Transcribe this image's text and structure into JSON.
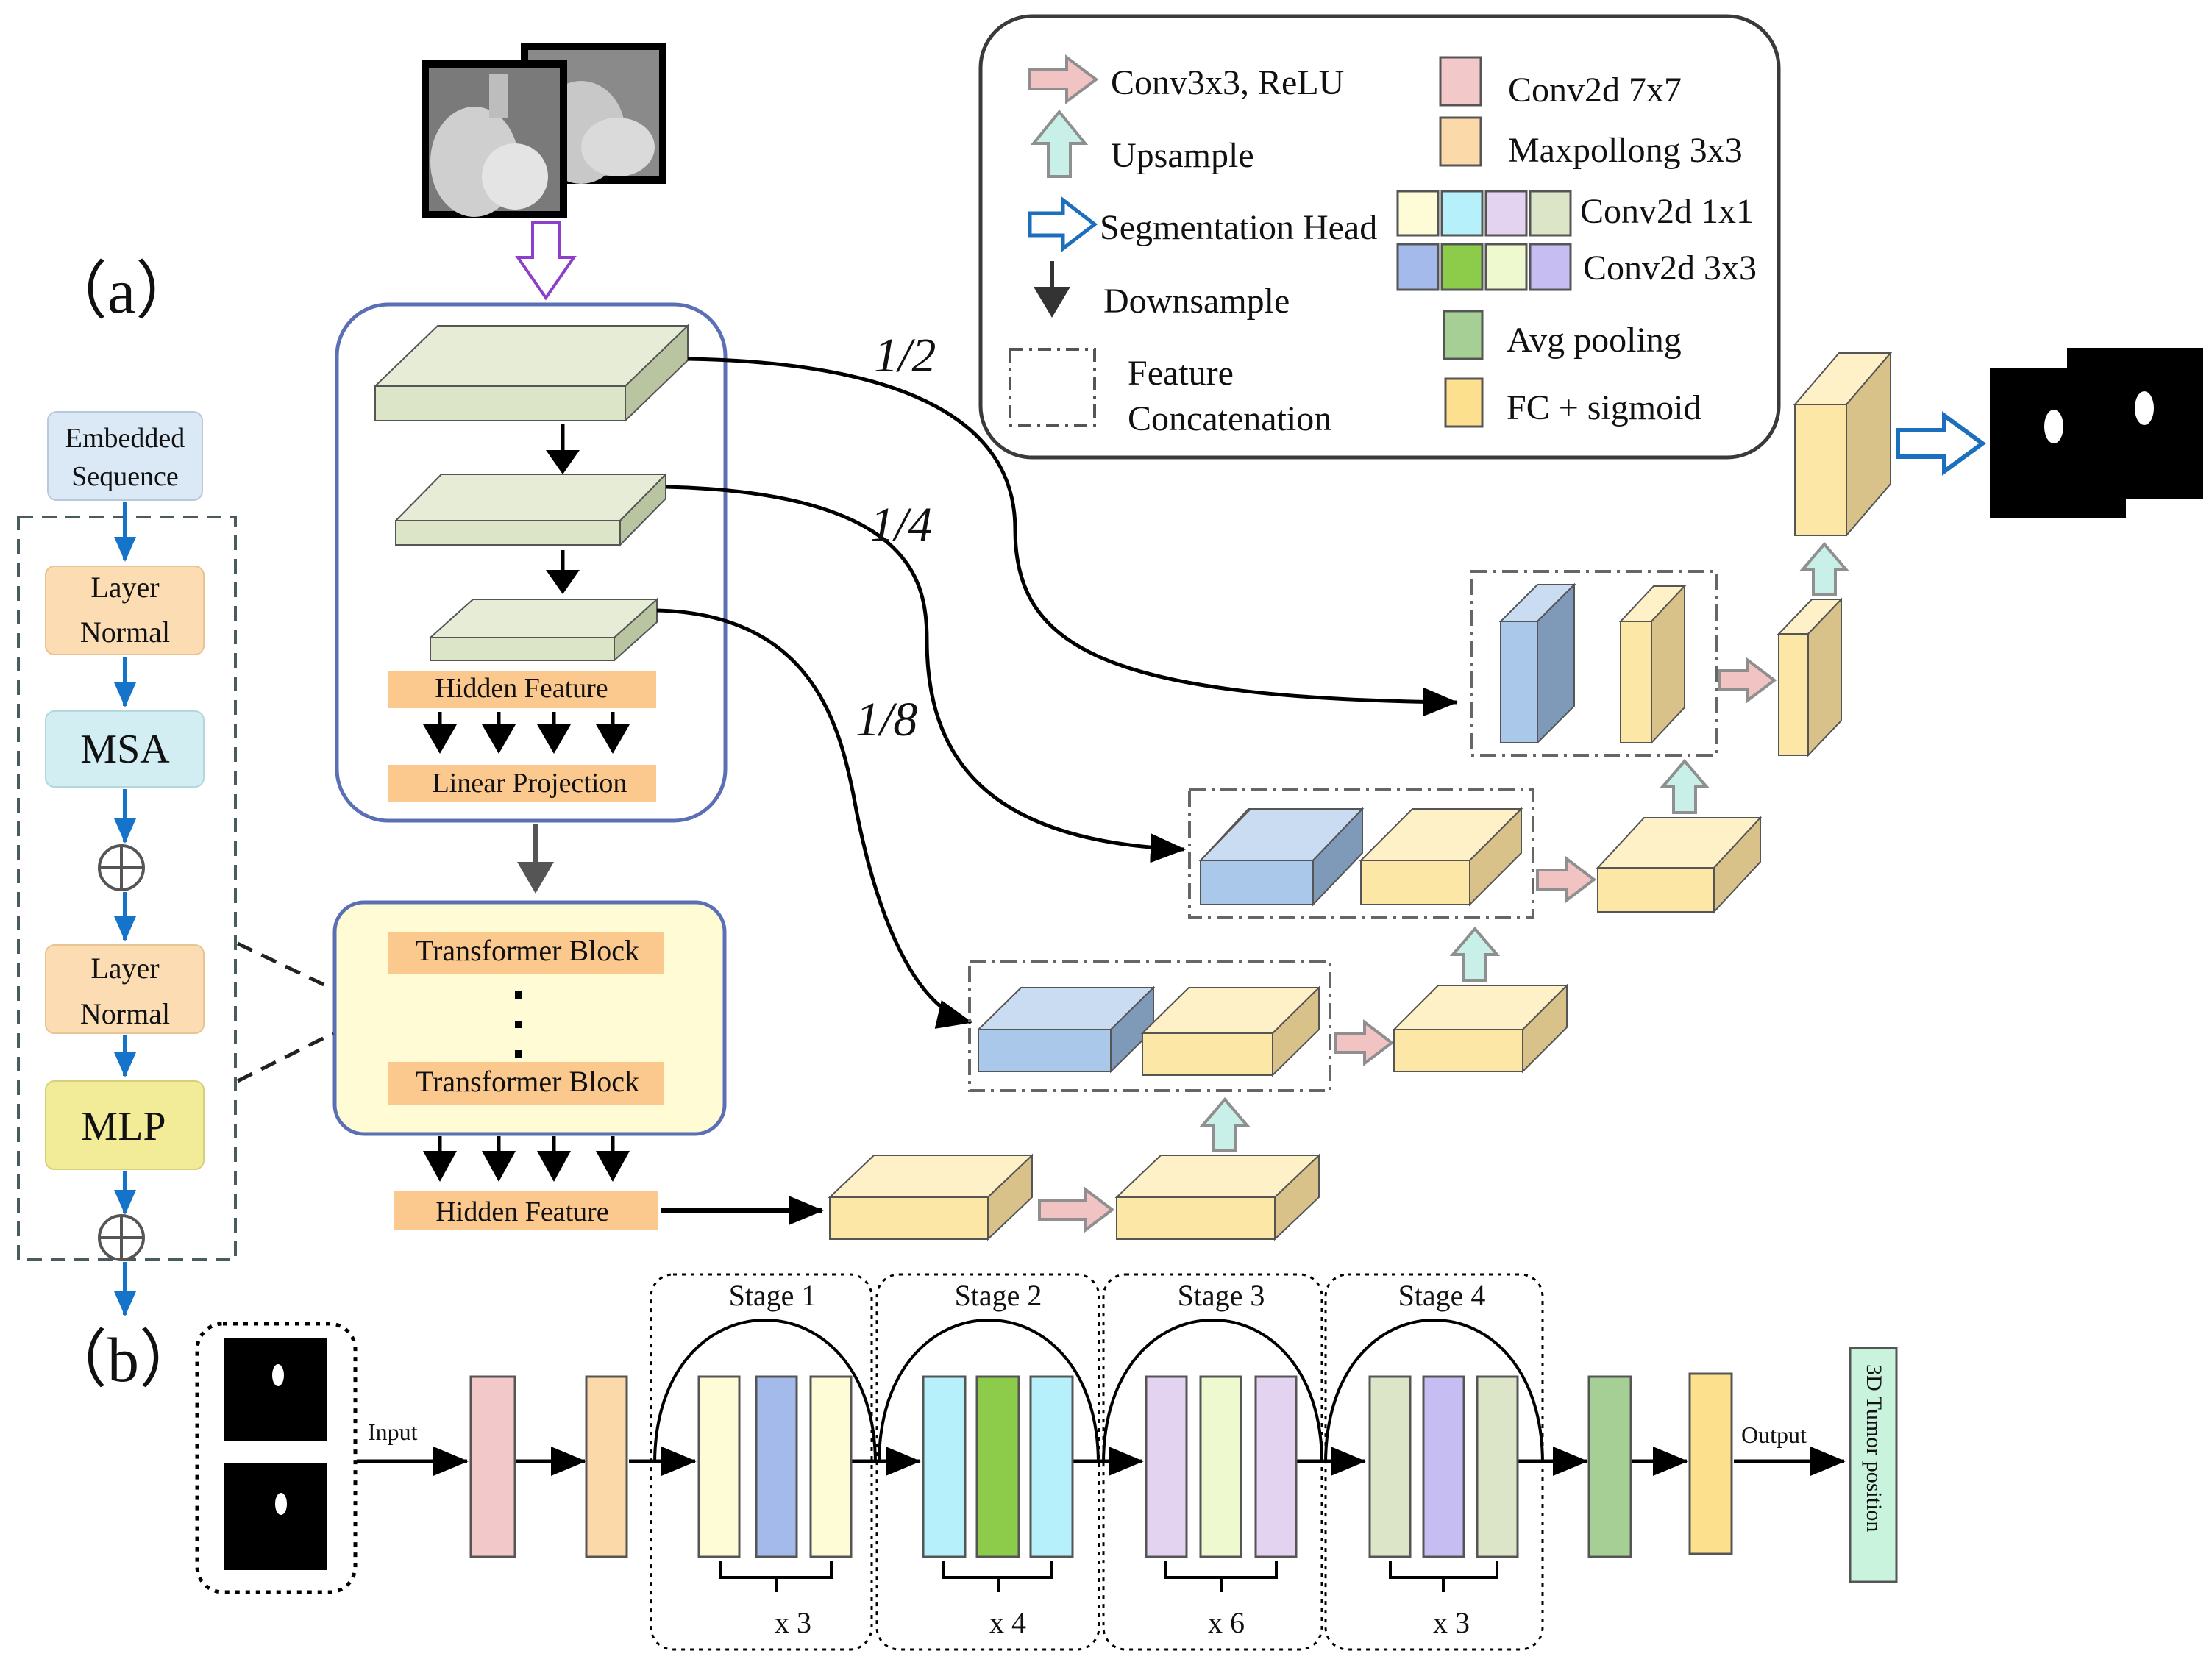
{
  "panels": {
    "a": "（a）",
    "b": "（b）"
  },
  "legend": {
    "conv_relu": "Conv3x3, ReLU",
    "upsample": "Upsample",
    "seg_head": "Segmentation Head",
    "downsample": "Downsample",
    "feature_concat_1": "Feature",
    "feature_concat_2": "Concatenation",
    "conv7": "Conv2d 7x7",
    "maxpool": "Maxpollong 3x3",
    "conv1": "Conv2d 1x1",
    "conv3": "Conv2d 3x3",
    "avgpool": "Avg  pooling",
    "fc": "FC + sigmoid"
  },
  "transformer_layer": {
    "embedded_1": "Embedded",
    "embedded_2": "Sequence",
    "ln1_1": "Layer",
    "ln1_2": "Normal",
    "msa": "MSA",
    "ln2_1": "Layer",
    "ln2_2": "Normal",
    "mlp": "MLP"
  },
  "encoder": {
    "hidden_feature": "Hidden  Feature",
    "linear_projection": "Linear  Projection",
    "transformer_block_1": "Transformer  Block",
    "transformer_block_2": "Transformer  Block",
    "hidden_feature_out": "Hidden  Feature"
  },
  "scales": {
    "s2": "1/2",
    "s4": "1/4",
    "s8": "1/8"
  },
  "panel_b": {
    "input": "Input",
    "output": "Output",
    "result": "3D Tumor position",
    "stages": [
      {
        "label": "Stage 1",
        "repeat": "x 3"
      },
      {
        "label": "Stage 2",
        "repeat": "x 4"
      },
      {
        "label": "Stage 3",
        "repeat": "x 6"
      },
      {
        "label": "Stage 4",
        "repeat": "x 3"
      }
    ]
  },
  "colors": {
    "green_block": "#dde5c9",
    "yellow_block": "#fde7a6",
    "blue_block": "#a9c8ea",
    "panel_border": "#5b6fb5",
    "conv7": "#f3c8c9",
    "maxpool": "#fbd9a8",
    "avgpool": "#a6cf95",
    "fc": "#fde08e",
    "ln": "#fbdcb3",
    "msa": "#d2eef2",
    "mlp": "#f2ec98",
    "embedded": "#dbe8f5",
    "stage_arrow": "#0070c0"
  }
}
